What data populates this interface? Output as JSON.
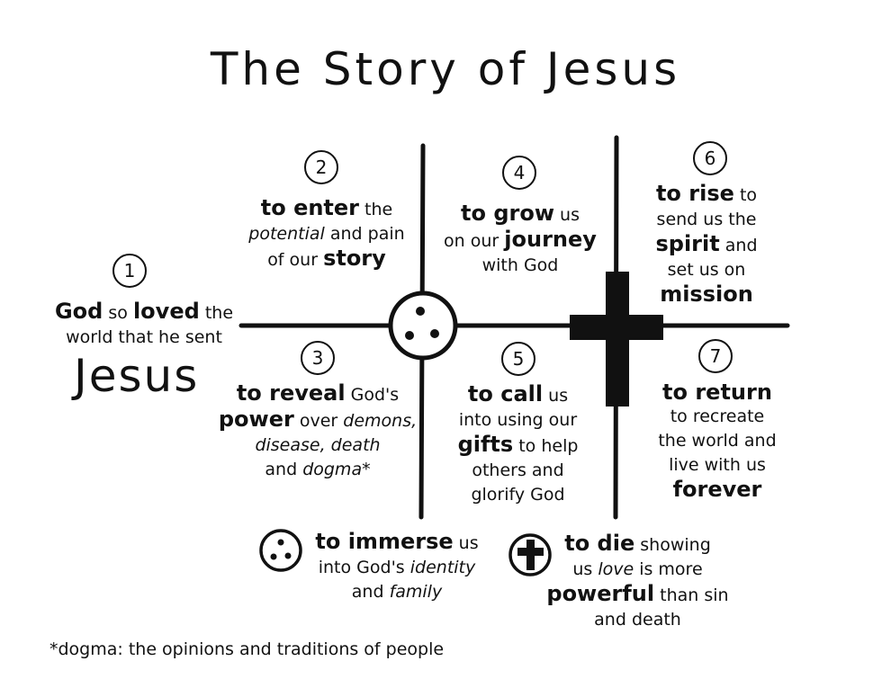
{
  "title": "The Story of Jesus",
  "steps": [
    {
      "num": "1",
      "line1_bold": "God",
      "line1_a": " so ",
      "line1_bold2": "loved",
      "line1_b": " the",
      "line2": "world that he sent",
      "line3": "Jesus"
    },
    {
      "num": "2",
      "bold": "to enter",
      "after": " the",
      "line2_it": "potential",
      "line2_rest": " and pain",
      "line3": "of our ",
      "line3_bold": "story"
    },
    {
      "num": "3",
      "bold": "to reveal",
      "after": " God's",
      "line2_bold": "power",
      "line2_a": " over ",
      "line2_it": "demons,",
      "line3_it": "disease, death",
      "line4": "and ",
      "line4_it": "dogma*"
    },
    {
      "num": "4",
      "bold": "to grow",
      "after": " us",
      "line2": "on our ",
      "line2_bold": "journey",
      "line3": "with God"
    },
    {
      "num": "5",
      "bold": "to call",
      "after": " us",
      "line2": "into using our",
      "line3_bold": "gifts",
      "line3": " to help",
      "line4": "others and",
      "line5": "glorify God"
    },
    {
      "num": "6",
      "bold": "to rise",
      "after": " to",
      "line2": "send us the",
      "line3_bold": "spirit",
      "line3": " and",
      "line4": "set us on",
      "line5_bold": "mission"
    },
    {
      "num": "7",
      "bold": "to return",
      "line2": "to recreate",
      "line3": "the world and",
      "line4": "live with us",
      "line5_bold": "forever"
    }
  ],
  "legend": [
    {
      "icon": "three-dots-circle-icon",
      "bold": "to immerse",
      "after": " us",
      "line2": "into God's ",
      "line2_it": "identity",
      "line3": "and ",
      "line3_it": "family"
    },
    {
      "icon": "cross-circle-icon",
      "bold": "to die",
      "after": " showing",
      "line2": "us ",
      "line2_it": "love",
      "line2_rest": " is more",
      "line3_bold": "powerful",
      "line3": " than sin",
      "line4": "and death"
    }
  ],
  "footnote": "*dogma: the opinions and traditions of people"
}
